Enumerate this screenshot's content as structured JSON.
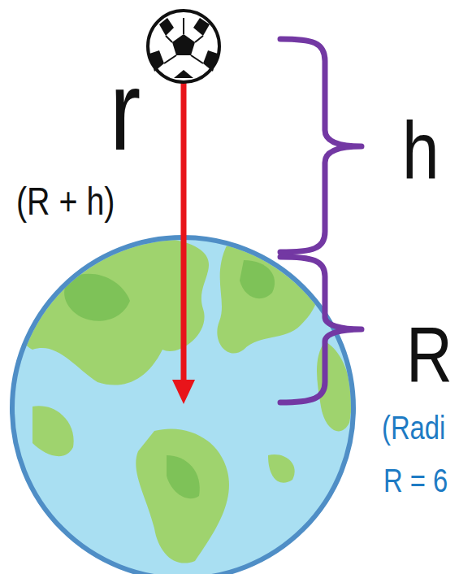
{
  "diagram": {
    "labels": [
      "r",
      "(R + h)",
      "h",
      "R",
      "(Radi",
      "R = 6"
    ]
  }
}
